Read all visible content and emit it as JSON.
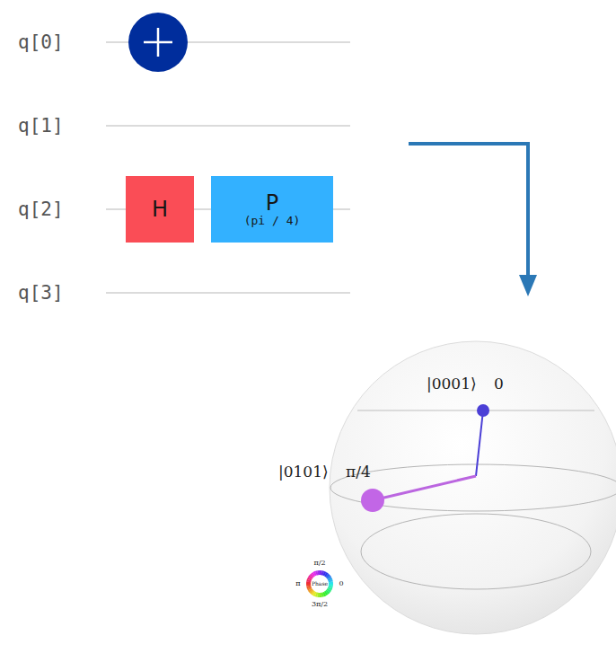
{
  "diagram": {
    "nodes": [
      {
        "text": [
          "H"
        ]
      },
      {
        "text": [
          "P",
          "(pi / 4)"
        ]
      }
    ],
    "labels": [
      "q[0]",
      "q[1]",
      "q[2]",
      "q[3]",
      "|0001⟩",
      "0",
      "|0101⟩",
      "π/4",
      "π/2",
      "π",
      "Phase",
      "0",
      "3π/2"
    ]
  }
}
